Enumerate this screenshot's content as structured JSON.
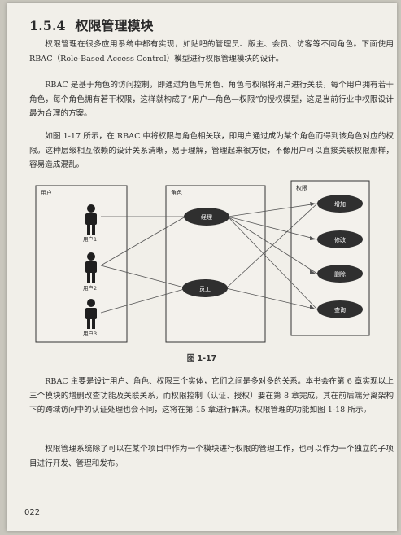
{
  "section": {
    "number": "1.5.4",
    "title": "权限管理模块"
  },
  "paragraphs": [
    "权限管理在很多应用系统中都有实现，如贴吧的管理员、版主、会员、访客等不同角色。下面使用 RBAC（Role-Based Access Control）模型进行权限管理模块的设计。",
    "RBAC 是基于角色的访问控制，即通过角色与角色、角色与权限将用户进行关联，每个用户拥有若干角色，每个角色拥有若干权限，这样就构成了“用户—角色—权限”的授权模型，这是当前行业中权限设计最为合理的方案。",
    "如图 1-17 所示，在 RBAC 中将权限与角色相关联，即用户通过成为某个角色而得到该角色对应的权限。这种层级相互依赖的设计关系清晰，易于理解，管理起来很方便，不像用户可以直接关联权限那样，容易造成混乱。",
    "RBAC 主要是设计用户、角色、权限三个实体，它们之间是多对多的关系。本书会在第 6 章实现以上三个模块的增删改查功能及关联关系，而权限控制（认证、授权）要在第 8 章完成，其在前后端分离架构下的跨域访问中的认证处理也会不同，这将在第 15 章进行解决。权限管理的功能如图 1-18 所示。",
    "权限管理系统除了可以在某个项目中作为一个模块进行权限的管理工作，也可以作为一个独立的子项目进行开发、管理和发布。"
  ],
  "figure": {
    "caption": "图 1-17",
    "users_label": "用户",
    "roles_label": "角色",
    "permissions_label": "权限",
    "users": [
      "用户1",
      "用户2",
      "用户3"
    ],
    "roles": [
      "经理",
      "员工"
    ],
    "permissions": [
      "增加",
      "修改",
      "删除",
      "查询"
    ]
  },
  "page_number": "022",
  "colors": {
    "ellipse_fill": "#2f2f2f",
    "figure_person": "#1f1f1f"
  }
}
